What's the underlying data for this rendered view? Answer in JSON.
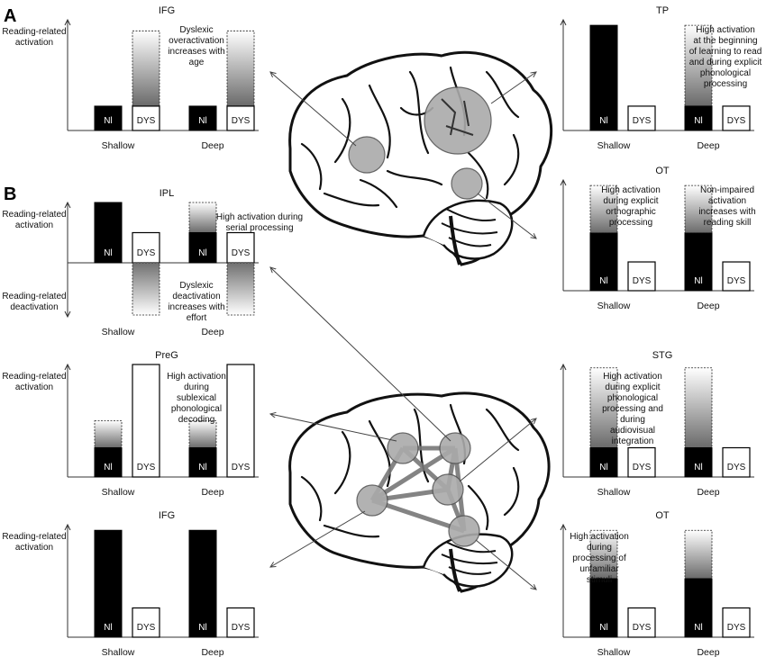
{
  "figure": {
    "section_labels": [
      "A",
      "B"
    ],
    "common": {
      "nl_label": "Nl",
      "dys_label": "DYS",
      "x_labels": [
        "Shallow",
        "Deep"
      ],
      "activation_label": "Reading-related\nactivation",
      "deactivation_label": "Reading-related\ndeactivation"
    },
    "panels": [
      {
        "id": "a-ifg",
        "region": "IFG",
        "ylabel": "Reading-related\nactivation",
        "annotation": "Dyslexic\noveractivation\nincreases with\nage",
        "chart_data": {
          "type": "bar",
          "categories": [
            "Shallow",
            "Deep"
          ],
          "series": [
            {
              "name": "Nl",
              "values": [
                0.22,
                0.22
              ],
              "shaded_extension": [
                0,
                0
              ]
            },
            {
              "name": "DYS",
              "values": [
                0.22,
                0.22
              ],
              "shaded_extension": [
                0.9,
                0.9
              ]
            }
          ]
        }
      },
      {
        "id": "a-tp",
        "region": "TP",
        "ylabel": "",
        "annotation": "High activation\nat the beginning\nof learning to read\nand during explicit\nphonological\nprocessing",
        "chart_data": {
          "type": "bar",
          "categories": [
            "Shallow",
            "Deep"
          ],
          "series": [
            {
              "name": "Nl",
              "values": [
                0.95,
                0.22
              ],
              "shaded_extension": [
                0,
                0.95
              ]
            },
            {
              "name": "DYS",
              "values": [
                0.22,
                0.22
              ],
              "shaded_extension": [
                0,
                0
              ]
            }
          ]
        }
      },
      {
        "id": "a-ot",
        "region": "OT",
        "ylabel": "",
        "annotation_1": "High activation\nduring explicit\northographic\nprocessing",
        "annotation_2": "Non-impaired\nactivation\nincreases with\nreading skill",
        "chart_data": {
          "type": "bar",
          "categories": [
            "Shallow",
            "Deep"
          ],
          "series": [
            {
              "name": "Nl",
              "values": [
                0.52,
                0.52
              ],
              "shaded_extension": [
                0.95,
                0.95
              ]
            },
            {
              "name": "DYS",
              "values": [
                0.26,
                0.26
              ],
              "shaded_extension": [
                0,
                0
              ]
            }
          ]
        }
      },
      {
        "id": "b-ipl",
        "region": "IPL",
        "ylabel": "Reading-related\nactivation",
        "ylabel_2": "Reading-related\ndeactivation",
        "annotation_1": "High activation during\nserial processing",
        "annotation_2": "Dyslexic\ndeactivation\nincreases with\neffort",
        "chart_data": {
          "type": "bar",
          "categories": [
            "Shallow",
            "Deep"
          ],
          "series": [
            {
              "name": "Nl",
              "values": [
                1.0,
                0.5
              ],
              "shaded_extension": [
                0,
                1.0
              ]
            },
            {
              "name": "DYS",
              "values": [
                0.5,
                0.5
              ],
              "negative_shaded": [
                1.0,
                1.0
              ]
            }
          ]
        }
      },
      {
        "id": "b-preg",
        "region": "PreG",
        "ylabel": "Reading-related\nactivation",
        "annotation": "High activation\nduring\nsublexical\nphonological\ndecoding",
        "chart_data": {
          "type": "bar",
          "categories": [
            "Shallow",
            "Deep"
          ],
          "series": [
            {
              "name": "Nl",
              "values": [
                0.26,
                0.26
              ],
              "shaded_extension": [
                0.5,
                0.5
              ]
            },
            {
              "name": "DYS",
              "values": [
                1.0,
                1.0
              ],
              "shaded_extension": [
                0,
                0
              ]
            }
          ]
        }
      },
      {
        "id": "b-stg",
        "region": "STG",
        "ylabel": "",
        "annotation": "High activation\nduring explicit\nphonological\nprocessing and\nduring\naudiovisual\nintegration",
        "chart_data": {
          "type": "bar",
          "categories": [
            "Shallow",
            "Deep"
          ],
          "series": [
            {
              "name": "Nl",
              "values": [
                0.26,
                0.26
              ],
              "shaded_extension": [
                0.97,
                0.97
              ]
            },
            {
              "name": "DYS",
              "values": [
                0.26,
                0.26
              ],
              "shaded_extension": [
                0,
                0
              ]
            }
          ]
        }
      },
      {
        "id": "b-ifg",
        "region": "IFG",
        "ylabel": "Reading-related\nactivation",
        "annotation": "",
        "chart_data": {
          "type": "bar",
          "categories": [
            "Shallow",
            "Deep"
          ],
          "series": [
            {
              "name": "Nl",
              "values": [
                0.95,
                0.95
              ],
              "shaded_extension": [
                0,
                0
              ]
            },
            {
              "name": "DYS",
              "values": [
                0.26,
                0.26
              ],
              "shaded_extension": [
                0,
                0
              ]
            }
          ]
        }
      },
      {
        "id": "b-ot",
        "region": "OT",
        "ylabel": "",
        "annotation": "High activation\nduring\nprocessing of\nunfamiliar\nstimuli",
        "chart_data": {
          "type": "bar",
          "categories": [
            "Shallow",
            "Deep"
          ],
          "series": [
            {
              "name": "Nl",
              "values": [
                0.52,
                0.52
              ],
              "shaded_extension": [
                0.95,
                0.95
              ]
            },
            {
              "name": "DYS",
              "values": [
                0.26,
                0.26
              ],
              "shaded_extension": [
                0,
                0
              ]
            }
          ]
        }
      }
    ]
  }
}
